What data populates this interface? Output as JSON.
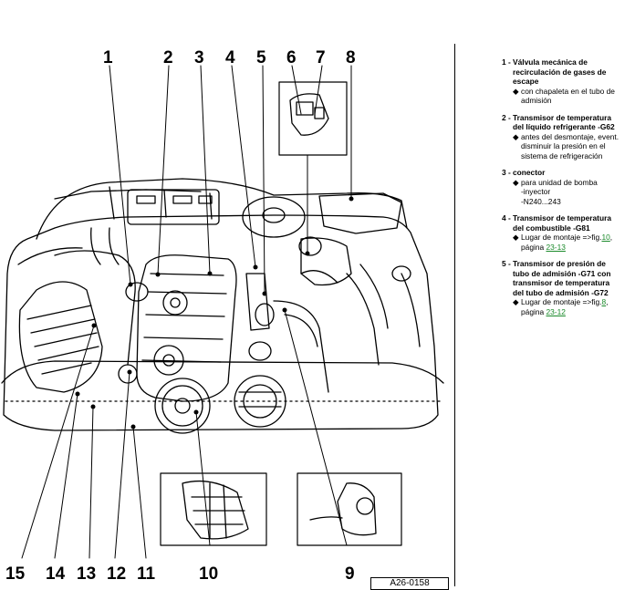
{
  "diagram": {
    "callouts_top": [
      "1",
      "2",
      "3",
      "4",
      "5",
      "6",
      "7",
      "8"
    ],
    "callouts_bottom": [
      "15",
      "14",
      "13",
      "12",
      "11",
      "10",
      "9"
    ],
    "figure_label": "A26-0158"
  },
  "legend": {
    "items": [
      {
        "num": "1 -",
        "title_lines": [
          "Válvula mecánica de",
          "recirculación de gases de",
          "escape"
        ],
        "details": [
          {
            "lines": [
              "con chapaleta en el tubo de",
              "admisión"
            ]
          }
        ]
      },
      {
        "num": "2 -",
        "title_lines": [
          "Transmisor de temperatura",
          "del líquido refrigerante -G62"
        ],
        "details": [
          {
            "lines": [
              "antes del desmontaje, event.",
              "disminuir la presión en el",
              "sistema de refrigeración"
            ]
          }
        ]
      },
      {
        "num": "3 -",
        "title_lines": [
          "conector"
        ],
        "details": [
          {
            "lines": [
              "para unidad de bomba",
              "-inyector",
              "-N240...243"
            ]
          }
        ]
      },
      {
        "num": "4 -",
        "title_lines": [
          "Transmisor de temperatura",
          "del combustible -G81"
        ],
        "details": [
          {
            "lines": [
              "Lugar de montaje =>fig."
            ],
            "link1": "10",
            "sep": ",",
            "line2": "página ",
            "link2": "23-13"
          }
        ]
      },
      {
        "num": "5 -",
        "title_lines": [
          "Transmisor de presión de",
          "tubo de admisión -G71 con",
          "transmisor de temperatura",
          "del tubo de admisión -G72"
        ],
        "details": [
          {
            "lines": [
              "Lugar de montaje =>fig."
            ],
            "link1": "8",
            "sep": ",",
            "line2": "página ",
            "link2": "23-12"
          }
        ]
      }
    ]
  }
}
